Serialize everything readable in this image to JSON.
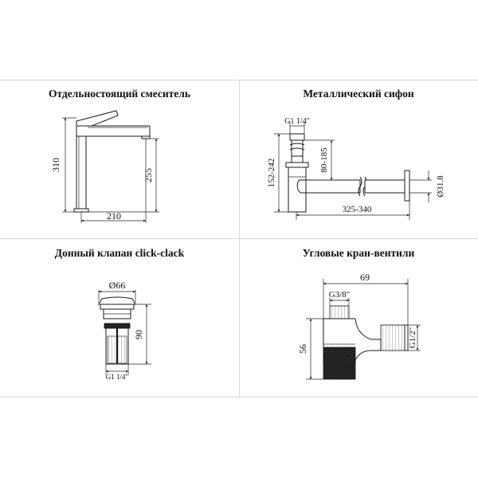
{
  "panels": {
    "faucet": {
      "title": "Отдельностоящий смеситель",
      "dim_height_total": "310",
      "dim_height_spout": "255",
      "dim_reach": "210"
    },
    "siphon": {
      "title": "Металлический сифон",
      "dim_thread": "G1 1/4\"",
      "dim_adjust": "80-185",
      "dim_height": "152-242",
      "dim_length": "325-340",
      "dim_diameter": "Ø31.8"
    },
    "drain": {
      "title": "Донный клапан click-clack",
      "dim_diameter": "Ø66",
      "dim_height": "90",
      "dim_thread": "G1 1/4\""
    },
    "valve": {
      "title": "Угловые кран-вентили",
      "dim_width": "69",
      "dim_height": "56",
      "dim_thread_in": "G3/8\"",
      "dim_thread_out": "G1/2\""
    }
  },
  "colors": {
    "line": "#1a1a1a",
    "divider": "#d8d8d8",
    "handle": "#111111"
  }
}
